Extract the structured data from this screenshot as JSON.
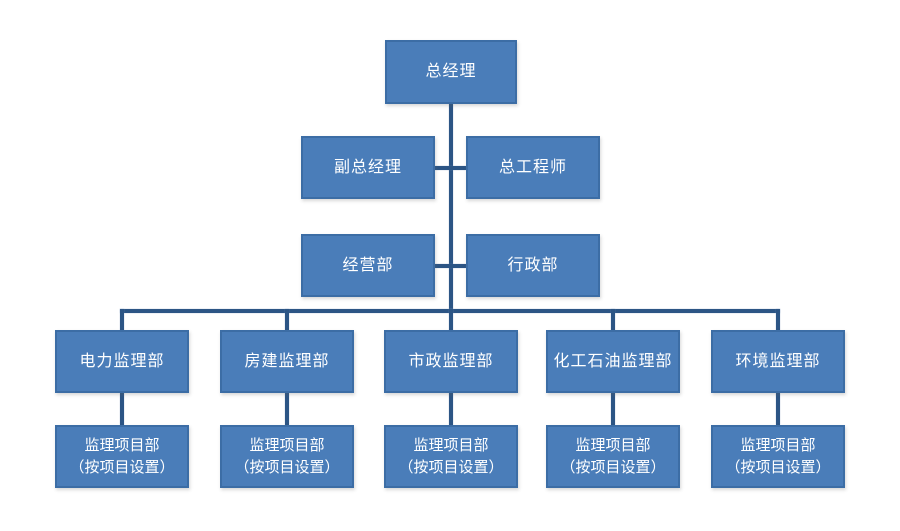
{
  "colors": {
    "box-fill": "#4A7DB9",
    "box-border": "#3C6DA5",
    "line-color": "#2C5585",
    "text-color": "#FFFFFF",
    "background": "#FFFFFF"
  },
  "org_chart": {
    "root": {
      "label": "总经理"
    },
    "level2": [
      {
        "label": "副总经理"
      },
      {
        "label": "总工程师"
      }
    ],
    "level3": [
      {
        "label": "经营部"
      },
      {
        "label": "行政部"
      }
    ],
    "departments": [
      {
        "label": "电力监理部"
      },
      {
        "label": "房建监理部"
      },
      {
        "label": "市政监理部"
      },
      {
        "label": "化工石油监理部"
      },
      {
        "label": "环境监理部"
      }
    ],
    "project_offices": [
      {
        "line1": "监理项目部",
        "line2": "（按项目设置）"
      },
      {
        "line1": "监理项目部",
        "line2": "（按项目设置）"
      },
      {
        "line1": "监理项目部",
        "line2": "（按项目设置）"
      },
      {
        "line1": "监理项目部",
        "line2": "（按项目设置）"
      },
      {
        "line1": "监理项目部",
        "line2": "（按项目设置）"
      }
    ]
  }
}
